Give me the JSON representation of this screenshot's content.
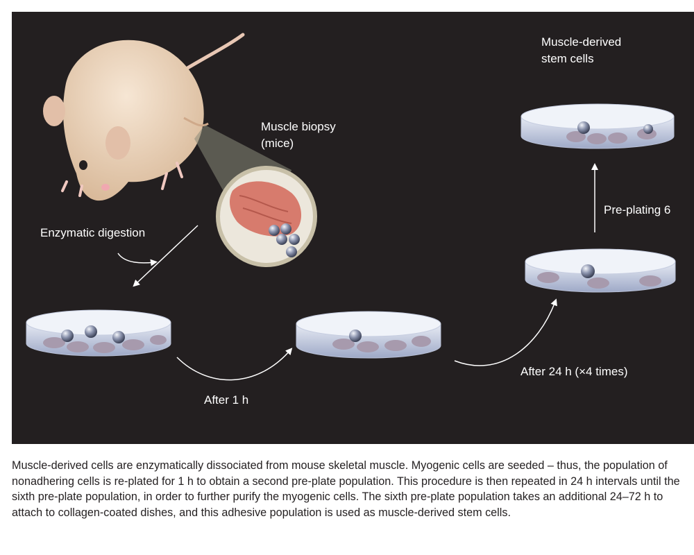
{
  "figure": {
    "labels": {
      "stem_cells_line1": "Muscle-derived",
      "stem_cells_line2": "stem cells",
      "biopsy_line1": "Muscle biopsy",
      "biopsy_line2": "(mice)",
      "enzymatic": "Enzymatic digestion",
      "after_1h": "After 1 h",
      "after_24h": "After 24 h (×4 times)",
      "preplating": "Pre-plating 6"
    },
    "colors": {
      "background": "#231f20",
      "dish": "#c9cfe0",
      "mouse": "#e8cdb4",
      "muscle": "#d77b6d"
    },
    "icons": [
      "mouse-illustration",
      "muscle-biopsy-magnifier",
      "culture-dish",
      "curved-arrow",
      "straight-arrow"
    ]
  },
  "caption": "Muscle-derived cells are enzymatically dissociated from mouse skeletal muscle. Myogenic cells are seeded – thus, the population of nonadhering cells is re-plated for 1 h to obtain a second pre-plate population. This procedure is then repeated in 24 h intervals until the sixth pre-plate population, in order to further purify the myogenic cells. The sixth pre-plate population takes an additional 24–72 h to attach to collagen-coated dishes, and this adhesive population is used as muscle-derived stem cells."
}
